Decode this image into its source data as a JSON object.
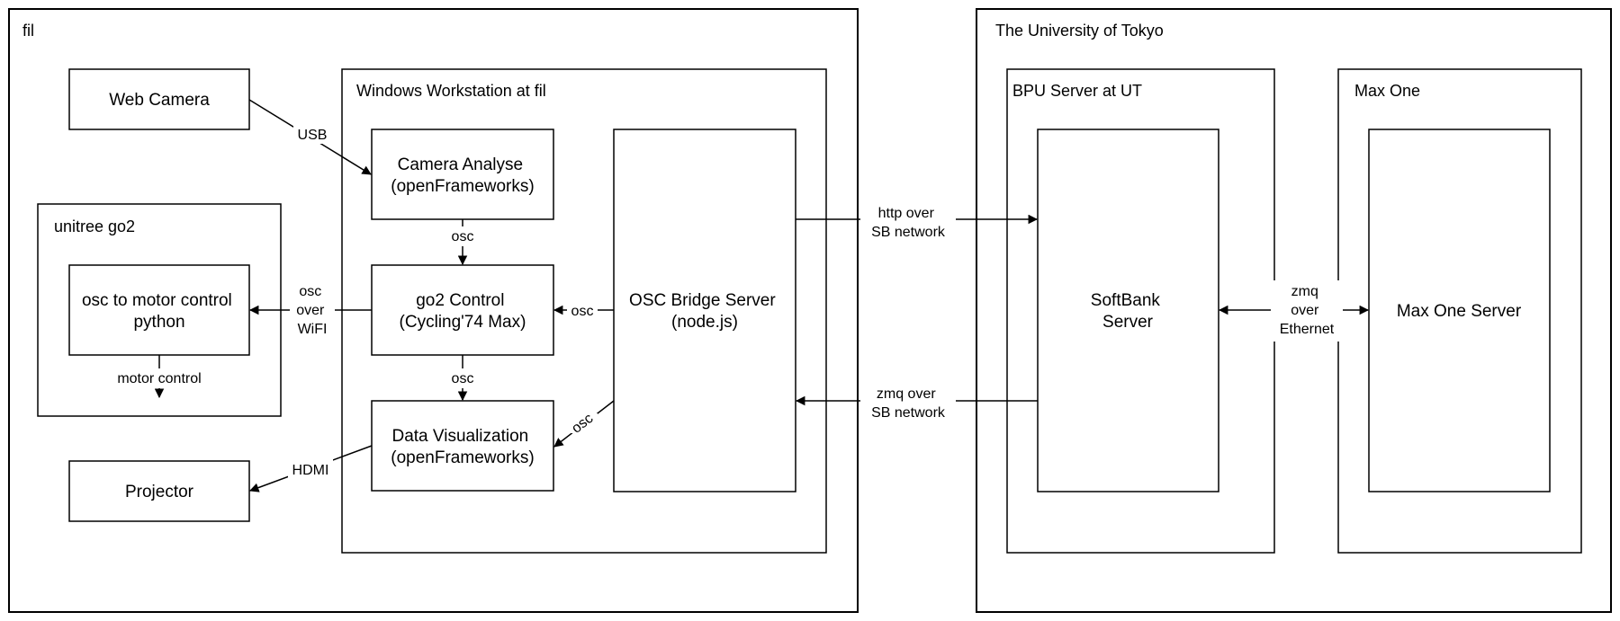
{
  "diagram": {
    "colors": {
      "stroke": "#000000",
      "background": "#ffffff"
    },
    "groups": {
      "fil": {
        "title": "fil"
      },
      "uot": {
        "title": "The University of Tokyo"
      },
      "workstation": {
        "title": "Windows Workstation at fil"
      },
      "unitree": {
        "title": "unitree go2"
      },
      "bpu": {
        "title": "BPU Server at UT"
      },
      "maxone": {
        "title": "Max One"
      }
    },
    "nodes": {
      "web_camera": {
        "lines": [
          "Web Camera"
        ]
      },
      "projector": {
        "lines": [
          "Projector"
        ]
      },
      "osc_motor": {
        "lines": [
          "osc to motor control",
          "python"
        ]
      },
      "camera_analyse": {
        "lines": [
          "Camera Analyse",
          "(openFrameworks)"
        ]
      },
      "go2_control": {
        "lines": [
          "go2 Control",
          "(Cycling'74 Max)"
        ]
      },
      "data_viz": {
        "lines": [
          "Data Visualization",
          "(openFrameworks)"
        ]
      },
      "osc_bridge": {
        "lines": [
          "OSC Bridge Server",
          "(node.js)"
        ]
      },
      "softbank": {
        "lines": [
          "SoftBank",
          "Server"
        ]
      },
      "maxone_server": {
        "lines": [
          "Max One Server"
        ]
      }
    },
    "edges": {
      "usb": {
        "lines": [
          "USB"
        ]
      },
      "osc_cam_go2": {
        "lines": [
          "osc"
        ]
      },
      "osc_go2_viz": {
        "lines": [
          "osc"
        ]
      },
      "osc_bridge_go2": {
        "lines": [
          "osc"
        ]
      },
      "osc_bridge_viz": {
        "lines": [
          "osc"
        ]
      },
      "osc_wifi": {
        "lines": [
          "osc",
          "over",
          "WiFI"
        ]
      },
      "motor_control": {
        "lines": [
          "motor control"
        ]
      },
      "hdmi": {
        "lines": [
          "HDMI"
        ]
      },
      "http_sb": {
        "lines": [
          "http over",
          "SB network"
        ]
      },
      "zmq_sb": {
        "lines": [
          "zmq over",
          "SB network"
        ]
      },
      "zmq_eth": {
        "lines": [
          "zmq",
          "over",
          "Ethernet"
        ]
      }
    }
  }
}
